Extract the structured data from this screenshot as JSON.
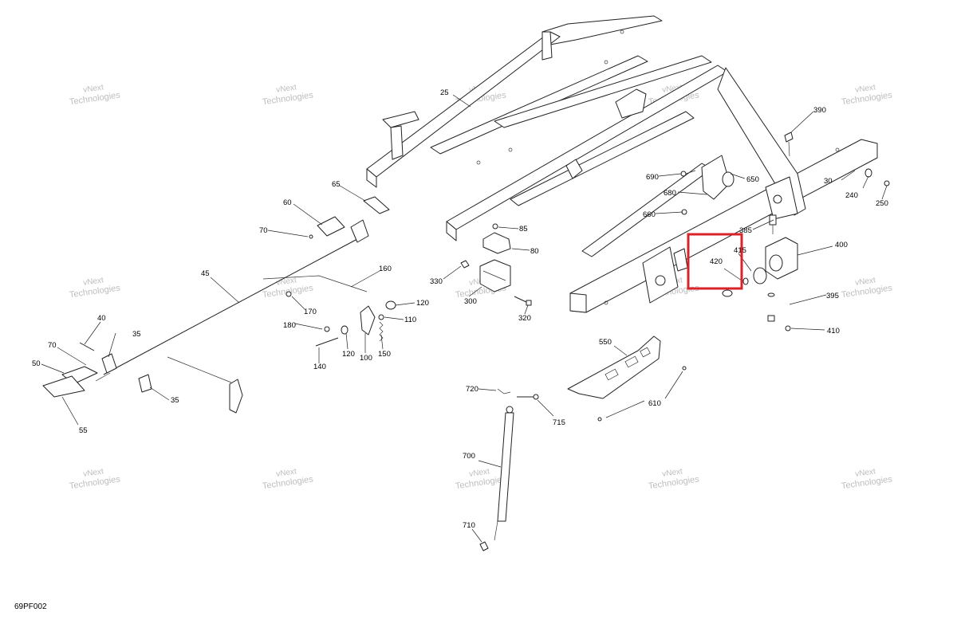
{
  "figure": {
    "code": "69PF002"
  },
  "watermark": {
    "line1": "vNext",
    "line2": "Technologies",
    "inline": "vNext Technologies"
  },
  "highlight": {
    "label": "420",
    "color": "#d8232a"
  },
  "callouts": {
    "c25": "25",
    "c30": "30",
    "c35a": "35",
    "c35b": "35",
    "c40": "40",
    "c45": "45",
    "c50": "50",
    "c55": "55",
    "c60": "60",
    "c65": "65",
    "c70a": "70",
    "c70b": "70",
    "c80": "80",
    "c85": "85",
    "c100": "100",
    "c110": "110",
    "c120a": "120",
    "c120b": "120",
    "c140": "140",
    "c150": "150",
    "c160": "160",
    "c170": "170",
    "c180": "180",
    "c240": "240",
    "c250": "250",
    "c300": "300",
    "c320": "320",
    "c330": "330",
    "c385": "385",
    "c390": "390",
    "c395": "395",
    "c400": "400",
    "c410": "410",
    "c415": "415",
    "c420": "420",
    "c550": "550",
    "c610": "610",
    "c650": "650",
    "c660": "660",
    "c680": "680",
    "c690": "690",
    "c700": "700",
    "c710": "710",
    "c715": "715",
    "c720": "720"
  }
}
